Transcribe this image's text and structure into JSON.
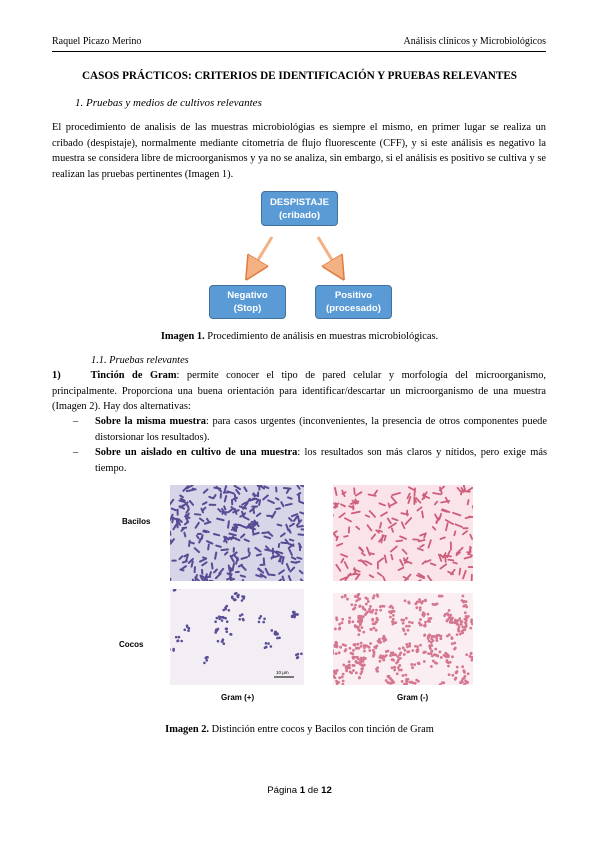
{
  "header": {
    "left": "Raquel Picazo Merino",
    "right": "Análisis clínicos y Microbiológicos"
  },
  "title": "CASOS PRÁCTICOS: CRITERIOS DE IDENTIFICACIÓN Y PRUEBAS RELEVANTES",
  "section1": "1.   Pruebas y medios de cultivos relevantes",
  "paragraph1": "El procedimiento de analisis de las muestras microbiológias es siempre el mismo, en primer lugar se realiza un cribado (despistaje), normalmente mediante citometría de flujo fluorescente (CFF), y si este análisis es negativo la muestra se considera libre de microorganismos y ya no se analiza, sin embargo, si el análisis es positivo se cultiva y se realizan las pruebas pertinentes (Imagen 1).",
  "diagram": {
    "top_line1": "DESPISTAJE",
    "top_line2": "(cribado)",
    "neg_line1": "Negativo",
    "neg_line2": "(Stop)",
    "pos_line1": "Positivo",
    "pos_line2": "(procesado)",
    "box_color": "#5b9bd5",
    "arrow_color": "#f4b183"
  },
  "caption1": {
    "bold": "Imagen 1.",
    "text": " Procedimiento de análisis en muestras microbiológicas."
  },
  "subsection": "1.1.  Pruebas relevantes",
  "paragraph2": {
    "num": "1)",
    "bold": "Tinción de Gram",
    "text": ": permite conocer el tipo de pared celular y morfología del microorganismo, principalmente. Proporciona una buena orientación para identificar/descartar un microorganismo de una muestra (Imagen 2). Hay dos alternativas:"
  },
  "bullets": [
    {
      "bold": "Sobre la misma muestra",
      "text": ": para casos urgentes (inconvenientes, la presencia de otros componentes puede distorsionar los resultados)."
    },
    {
      "bold": "Sobre un aislado en cultivo de una muestra",
      "text": ":  los resultados son más claros y nítidos, pero exige más tiempo."
    }
  ],
  "figure2": {
    "row_labels": [
      "Bacilos",
      "Cocos"
    ],
    "col_labels": [
      "Gram (+)",
      "Gram (-)"
    ],
    "scale": "10 µm",
    "gram_pos_color": "#4b3c8c",
    "gram_neg_color": "#c8506e"
  },
  "caption2": {
    "bold": "Imagen 2.",
    "text": " Distinción entre cocos y Bacilos con tinción de Gram"
  },
  "footer": {
    "pre": "Página ",
    "page": "1",
    "mid": " de ",
    "total": "12"
  }
}
